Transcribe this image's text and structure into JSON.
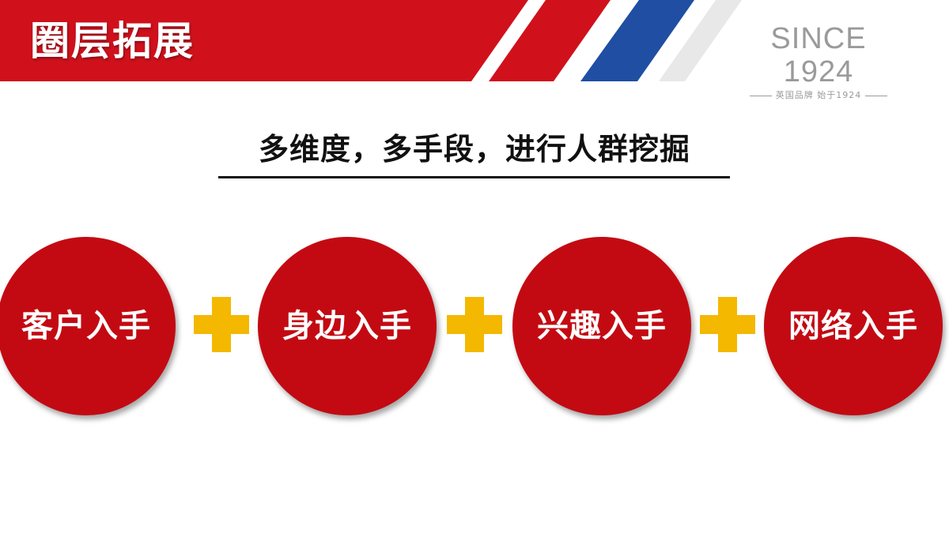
{
  "header": {
    "title": "圈层拓展"
  },
  "brand": {
    "since": "SINCE 1924",
    "sub": "英国品牌 始于1924"
  },
  "subtitle": "多维度，多手段，进行人群挖掘",
  "steps": [
    {
      "label": "客户入手"
    },
    {
      "label": "身边入手"
    },
    {
      "label": "兴趣入手"
    },
    {
      "label": "网络入手"
    }
  ],
  "colors": {
    "header_red": "#d0111c",
    "stripe_blue": "#1f4ea3",
    "stripe_gray": "#e8e8e8",
    "circle_red": "#c30a12",
    "plus_yellow": "#f4b800",
    "brand_gray": "#9a9a9a"
  }
}
